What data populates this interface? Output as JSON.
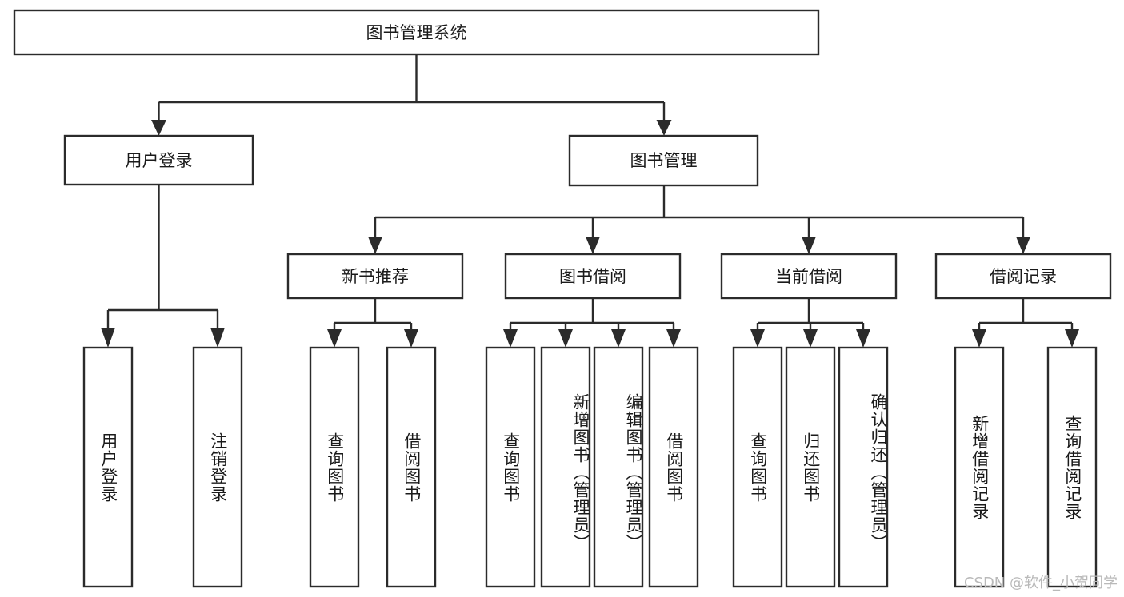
{
  "diagram": {
    "title": "图书管理系统",
    "type": "tree-hierarchy-flowchart",
    "watermark": "CSDN @软件_小贺同学",
    "colors": {
      "box_stroke": "#2b2b2b",
      "box_fill": "#ffffff",
      "text": "#1a1a1a",
      "background": "#ffffff",
      "watermark": "#b9b9b9"
    },
    "root": {
      "label": "图书管理系统"
    },
    "level2": [
      {
        "label": "用户登录"
      },
      {
        "label": "图书管理"
      }
    ],
    "level3": [
      {
        "label": "新书推荐"
      },
      {
        "label": "图书借阅"
      },
      {
        "label": "当前借阅"
      },
      {
        "label": "借阅记录"
      }
    ],
    "leaves": {
      "user_login": [
        {
          "label": "用户登录"
        },
        {
          "label": "注销登录"
        }
      ],
      "new_book": [
        {
          "label": "查询图书"
        },
        {
          "label": "借阅图书"
        }
      ],
      "book_borrow": [
        {
          "label": "查询图书"
        },
        {
          "label": "新增图书（管理员）"
        },
        {
          "label": "编辑图书（管理员）"
        },
        {
          "label": "借阅图书"
        }
      ],
      "current_borrow": [
        {
          "label": "查询图书"
        },
        {
          "label": "归还图书"
        },
        {
          "label": "确认归还（管理员）"
        }
      ],
      "borrow_record": [
        {
          "label": "新增借阅记录"
        },
        {
          "label": "查询借阅记录"
        }
      ]
    }
  }
}
